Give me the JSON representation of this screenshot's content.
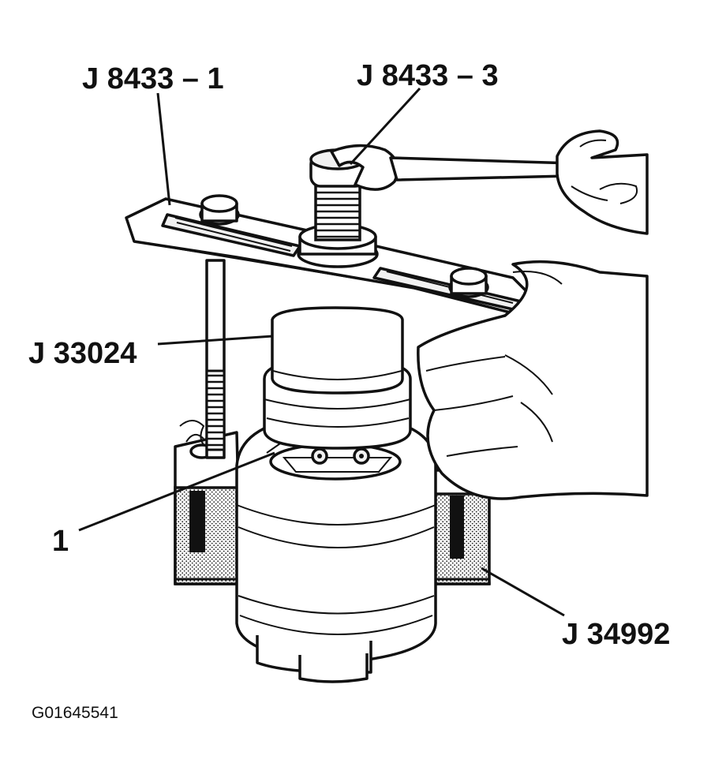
{
  "figure": {
    "labels": {
      "puller_bar": "J 8433 – 1",
      "forcing_screw": "J 8433 – 3",
      "installer": "J 33024",
      "component": "1",
      "holding_fixture": "J 34992"
    },
    "figure_id": "G01645541"
  },
  "colors": {
    "ink": "#111111",
    "paper": "#ffffff",
    "stipple": "#bdbdbd"
  }
}
